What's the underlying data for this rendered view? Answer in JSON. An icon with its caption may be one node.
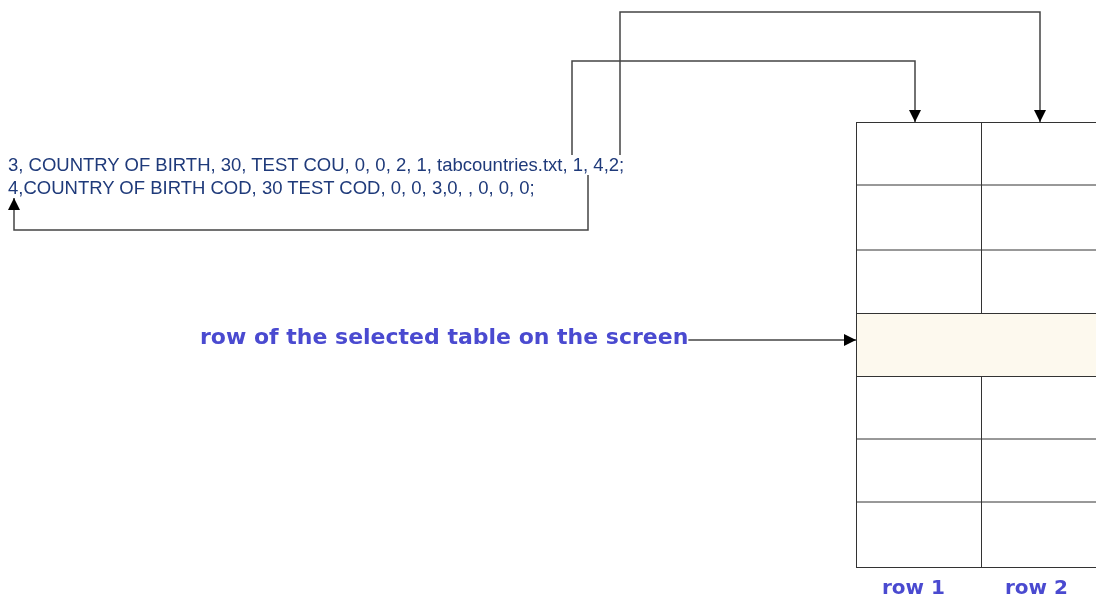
{
  "diagram": {
    "nodes": [
      {
        "text": [
          "3, COUNTRY OF BIRTH, 30, TEST COU, 0, 0, 2, 1, tabcountries.txt, 1, 4,2;"
        ]
      },
      {
        "text": [
          "4,COUNTRY OF BIRTH COD, 30 TEST COD, 0, 0, 3,0, , 0, 0, 0;"
        ]
      },
      {
        "text": [
          "row of the selected table on the screen"
        ]
      },
      {
        "text": [],
        "shape": "box",
        "beside": [
          "row 1"
        ]
      },
      {
        "text": [],
        "shape": "box",
        "beside": [
          "row 2"
        ]
      },
      {
        "text": [],
        "shape": "box"
      }
    ],
    "edges": [
      {
        "from": 0,
        "to": 3,
        "arrow": "to"
      },
      {
        "from": 0,
        "to": 4,
        "arrow": "to"
      },
      {
        "from": 0,
        "to": 1,
        "arrow": "to"
      },
      {
        "from": 2,
        "to": 5,
        "arrow": "to"
      }
    ]
  }
}
